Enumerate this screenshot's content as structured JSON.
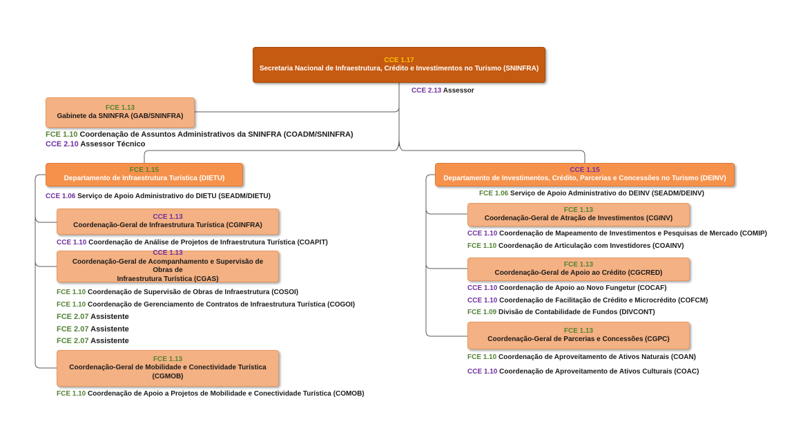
{
  "colors": {
    "top_box": "#c55a11",
    "dept_box": "#f6914b",
    "unit_box": "#f4b183",
    "code_yellow": "#ffc000",
    "code_green": "#548235",
    "code_purple": "#7030a0",
    "code_purple_light": "#d9b3ff",
    "line": "#595959"
  },
  "top": {
    "code": "CCE 1.17",
    "name": "Secretaria Nacional de Infraestrutura, Crédito e Investimentos no Turismo (SNINFRA)"
  },
  "assessor": {
    "code": "CCE 2.13",
    "text": "Assessor"
  },
  "gab": {
    "code": "FCE 1.13",
    "name": "Gabinete da SNINFRA (GAB/SNINFRA)",
    "items": [
      {
        "code": "FCE 1.10",
        "text": "Coordenação de Assuntos Administrativos da SNINFRA (COADM/SNINFRA)"
      },
      {
        "code": "CCE 2.10",
        "text": "Assessor Técnico"
      }
    ]
  },
  "dietu": {
    "code": "FCE 1.15",
    "name": "Departamento de Infraestrutura Turística (DIETU)",
    "service": {
      "code": "CCE 1.06",
      "text": "Serviço de Apoio Administrativo do DIETU (SEADM/DIETU)"
    },
    "cginfra": {
      "code": "CCE 1.13",
      "name": "Coordenação-Geral de Infraestrutura Turística (CGINFRA)",
      "items": [
        {
          "code": "CCE 1.10",
          "text": "Coordenação de Análise de Projetos de Infraestrutura Turística (COAPIT)"
        }
      ]
    },
    "cgas": {
      "code": "CCE 1.13",
      "name_line1": "Coordenação-Geral de Acompanhamento e Supervisão de Obras de",
      "name_line2": "Infraestrutura Turística (CGAS)",
      "items": [
        {
          "code": "FCE 1.10",
          "text": "Coordenação de Supervisão de Obras de Infraestrutura (COSOI)"
        },
        {
          "code": "FCE 1.10",
          "text": "Coordenação de Gerenciamento de Contratos de Infraestrutura Turística (COGOI)"
        },
        {
          "code": "FCE 2.07",
          "text": "Assistente"
        },
        {
          "code": "FCE 2.07",
          "text": "Assistente"
        },
        {
          "code": "FCE 2.07",
          "text": "Assistente"
        }
      ]
    },
    "cgmob": {
      "code": "FCE 1.13",
      "name_line1": "Coordenação-Geral de Mobilidade e Conectividade Turística",
      "name_line2": "(CGMOB)",
      "items": [
        {
          "code": "FCE 1.10",
          "text": "Coordenação de Apoio a Projetos de Mobilidade e Conectividade Turística (COMOB)"
        }
      ]
    }
  },
  "deinv": {
    "code": "CCE 1.15",
    "name": "Departamento de Investimentos, Crédito, Parcerias e Concessões no Turismo (DEINV)",
    "service": {
      "code": "FCE 1.06",
      "text": "Serviço de Apoio Administrativo do DEINV (SEADM/DEINV)"
    },
    "cginv": {
      "code": "FCE 1.13",
      "name": "Coordenação-Geral de Atração de Investimentos (CGINV)",
      "items": [
        {
          "code": "CCE 1.10",
          "text": "Coordenação de Mapeamento de Investimentos e Pesquisas de Mercado (COMIP)"
        },
        {
          "code": "FCE 1.10",
          "text": "Coordenação de Articulação com Investidores (COAINV)"
        }
      ]
    },
    "cgcred": {
      "code": "FCE 1.13",
      "name": "Coordenação-Geral de Apoio ao Crédito (CGCRED)",
      "items": [
        {
          "code": "CCE 1.10",
          "text": "Coordenação de Apoio ao Novo Fungetur (COCAF)"
        },
        {
          "code": "CCE 1.10",
          "text": "Coordenação de Facilitação de Crédito e Microcrédito (COFCM)"
        },
        {
          "code": "FCE 1.09",
          "text": "Divisão de Contabilidade de Fundos (DIVCONT)"
        }
      ]
    },
    "cgpc": {
      "code": "FCE 1.13",
      "name": "Coordenação-Geral de Parcerias e Concessões (CGPC)",
      "items": [
        {
          "code": "FCE 1.10",
          "text": "Coordenação de Aproveitamento de Ativos Naturais  (COAN)"
        },
        {
          "code": "CCE 1.10",
          "text": "Coordenação de Aproveitamento de Ativos Culturais (COAC)"
        }
      ]
    }
  }
}
